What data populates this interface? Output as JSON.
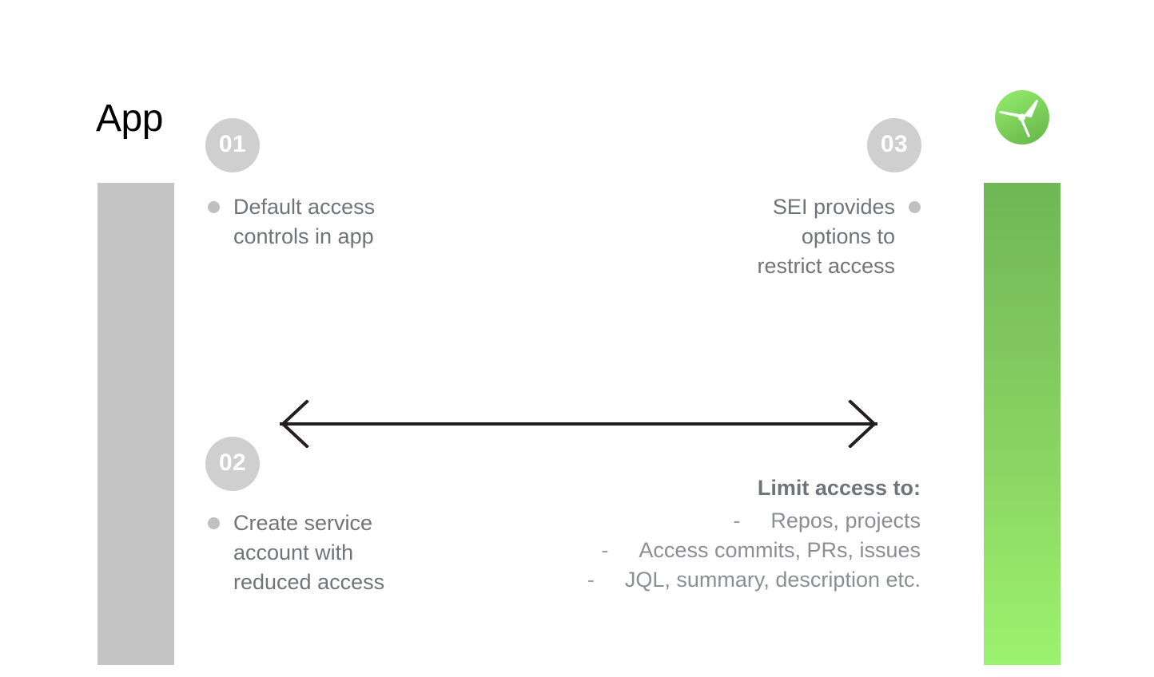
{
  "slide": {
    "title": "App",
    "background_color": "#ffffff",
    "text_color": "#70737a",
    "badge_color": "#cfcfcf",
    "gray_bar_color": "#c4c4c4",
    "green_bar_top_color": "#6fb755",
    "green_bar_bottom_color": "#9bf26f"
  },
  "logo": {
    "name": "harness-propeller-logo",
    "circle_color": "#7ed957",
    "blade_color": "#ffffff"
  },
  "steps": [
    {
      "number": "01",
      "side": "left",
      "lines": [
        "Default access",
        "controls in app"
      ]
    },
    {
      "number": "02",
      "side": "left",
      "lines": [
        "Create service",
        "account with",
        "reduced access"
      ]
    },
    {
      "number": "03",
      "side": "right",
      "lines": [
        "SEI provides",
        "options to",
        "restrict access"
      ]
    }
  ],
  "arrow": {
    "name": "double-headed-arrow",
    "direction": "bidirectional",
    "color": "#231f20"
  },
  "limit_access": {
    "heading": "Limit access to:",
    "dash": "-",
    "items": [
      "Repos, projects",
      "Access commits, PRs, issues",
      "JQL, summary, description etc."
    ]
  }
}
